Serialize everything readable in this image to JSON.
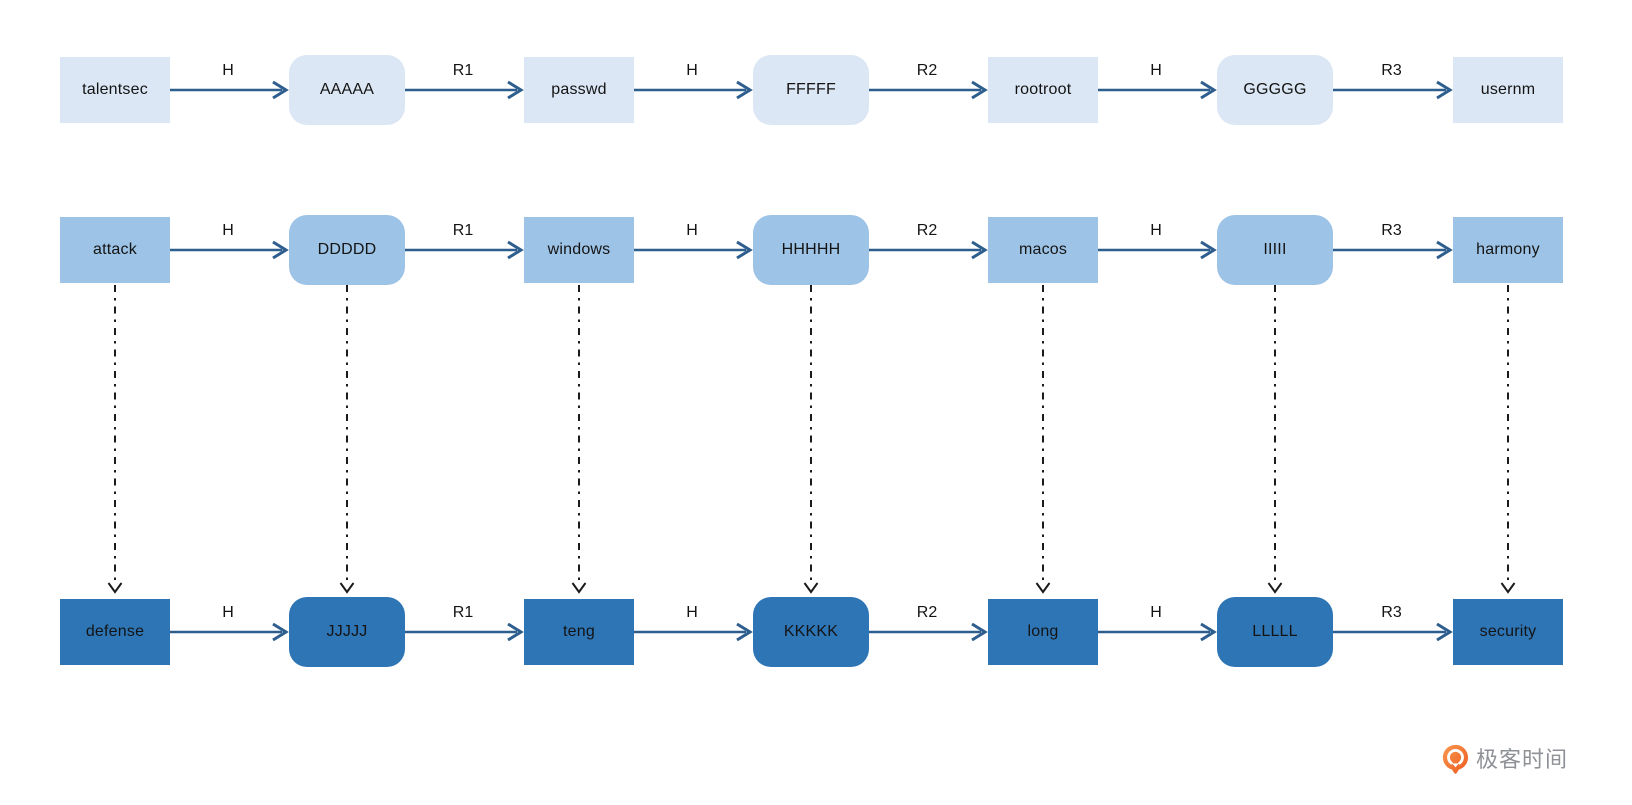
{
  "diagram": {
    "rows": [
      {
        "id": "row-plaintext",
        "tone": "light",
        "nodes": [
          "talentsec",
          "AAAAA",
          "passwd",
          "FFFFF",
          "rootroot",
          "GGGGG",
          "usernm"
        ],
        "edges": [
          "H",
          "R1",
          "H",
          "R2",
          "H",
          "R3"
        ]
      },
      {
        "id": "row-attack",
        "tone": "medium",
        "nodes": [
          "attack",
          "DDDDD",
          "windows",
          "HHHHH",
          "macos",
          "IIIII",
          "harmony"
        ],
        "edges": [
          "H",
          "R1",
          "H",
          "R2",
          "H",
          "R3"
        ]
      },
      {
        "id": "row-defense",
        "tone": "dark",
        "nodes": [
          "defense",
          "JJJJJ",
          "teng",
          "KKKKK",
          "long",
          "LLLLL",
          "security"
        ],
        "edges": [
          "H",
          "R1",
          "H",
          "R2",
          "H",
          "R3"
        ]
      }
    ],
    "vertical_links": {
      "from": "row-attack",
      "to": "row-defense",
      "style": "dash-dot-arrow"
    }
  },
  "colors": {
    "light": "#dbe7f4",
    "medium": "#9dc3e6",
    "dark": "#2e75b6",
    "arrow": "#2e5e8e",
    "connector": "#1b1b1b",
    "text": "#141414",
    "logo_text": "#8e9196",
    "logo_orange_start": "#f9984f",
    "logo_orange_end": "#ec5a1f"
  },
  "logo": {
    "text": "极客时间"
  }
}
